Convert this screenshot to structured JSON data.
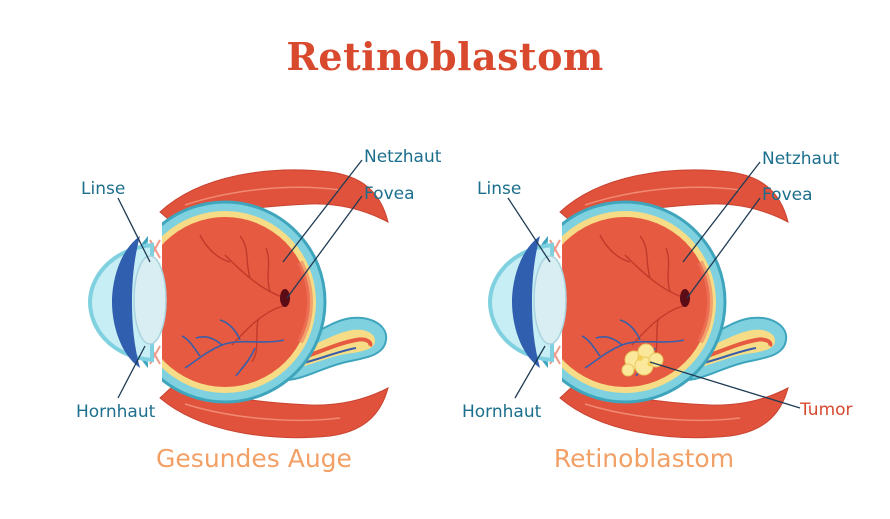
{
  "title": "Retinoblastom",
  "colors": {
    "title": "#d8492e",
    "label": "#1c6f8c",
    "caption": "#f2a065",
    "tumor_label": "#d8492e",
    "muscle": "#e0523c",
    "eye_interior": "#e55a40",
    "sclera": "#7fd1e0",
    "retina": "#f6dc86",
    "lens": "#d8eef3",
    "iris": "#2f5fae",
    "vessels": "#3a5fa8",
    "tumor": "#fbe89a"
  },
  "left_eye": {
    "labels": {
      "lens": "Linse",
      "cornea": "Hornhaut",
      "retina": "Netzhaut",
      "fovea": "Fovea"
    },
    "caption": "Gesundes Auge"
  },
  "right_eye": {
    "labels": {
      "lens": "Linse",
      "cornea": "Hornhaut",
      "retina": "Netzhaut",
      "fovea": "Fovea",
      "tumor": "Tumor"
    },
    "caption": "Retinoblastom"
  }
}
